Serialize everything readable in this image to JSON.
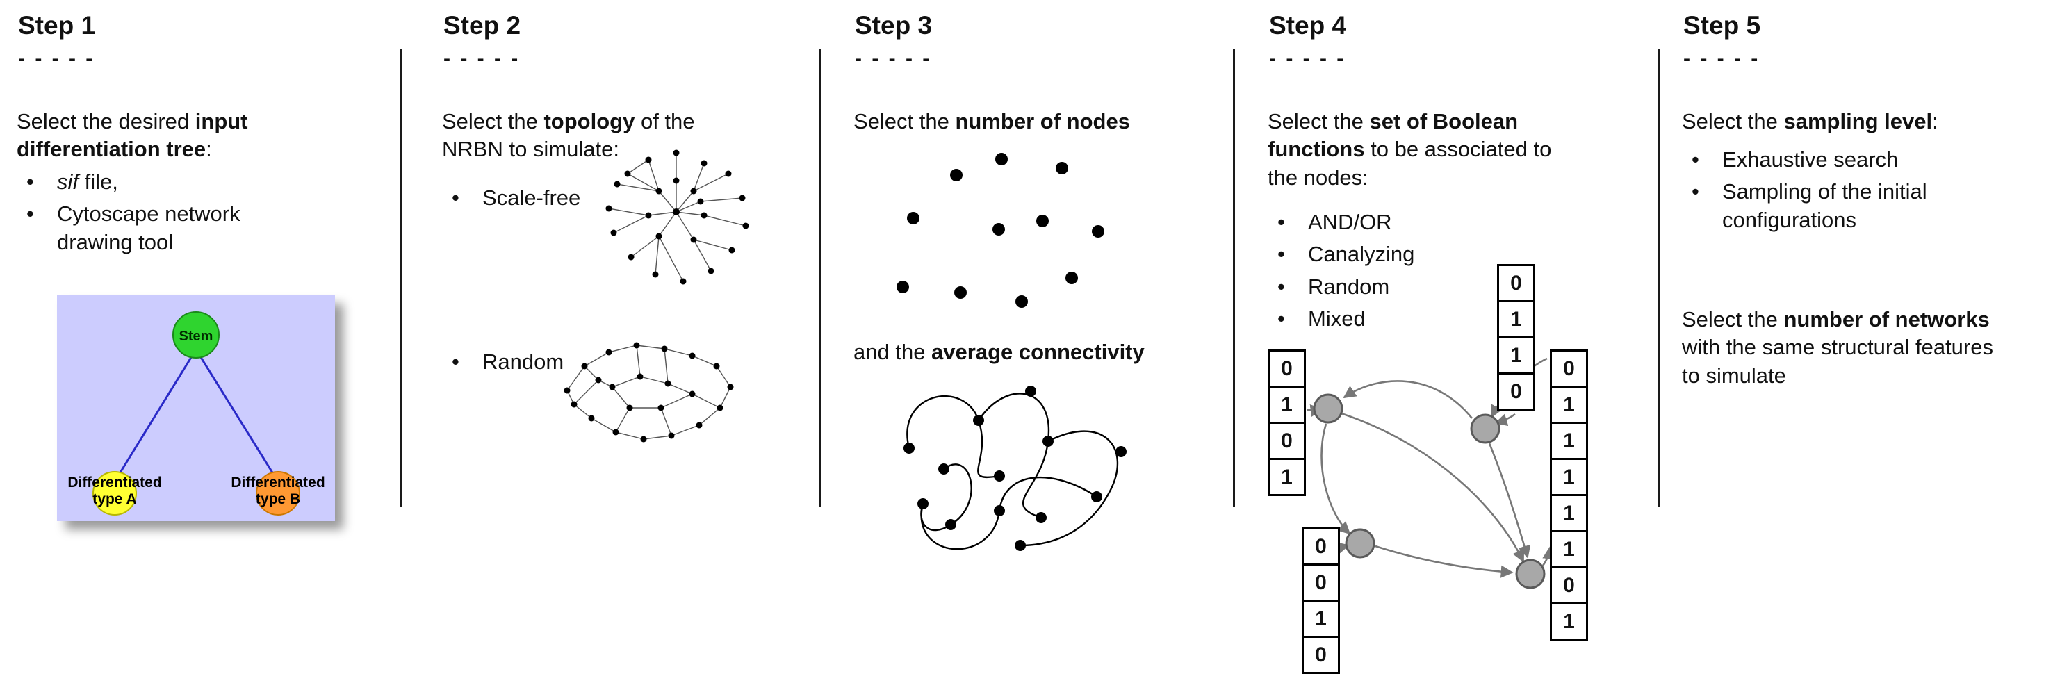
{
  "page": {
    "background": "#ffffff"
  },
  "steps": [
    {
      "title": "Step 1",
      "dashes": "- - - - -",
      "intro": {
        "pre": "Select the desired ",
        "bold": "input differentiation tree",
        "post": ":"
      },
      "bullets": [
        {
          "italic": "sif",
          "rest": " file,"
        },
        {
          "text": "Cytoscape network drawing tool"
        }
      ],
      "tree": {
        "stem_label": "Stem",
        "type_a_label": "Differentiated type A",
        "type_b_label": "Differentiated type B",
        "background": "#ccccfe",
        "stem_color": "#2fd42f",
        "type_a_color": "#ffff33",
        "type_b_color": "#ff9933",
        "edge_color": "#2a2ac8"
      }
    },
    {
      "title": "Step 2",
      "dashes": "- - - - -",
      "intro": {
        "pre": "Select the ",
        "bold": "topology",
        "post": " of the NRBN to simulate:"
      },
      "bullets": [
        {
          "text": "Scale-free"
        },
        {
          "text": "Random"
        }
      ]
    },
    {
      "title": "Step 3",
      "dashes": "- - - - -",
      "intro": {
        "pre": "Select the ",
        "bold": "number of nodes",
        "post": ""
      },
      "second": {
        "pre": "and the ",
        "bold": "average connectivity",
        "post": ""
      }
    },
    {
      "title": "Step 4",
      "dashes": "- - - - -",
      "intro": {
        "pre": "Select the ",
        "bold": "set of Boolean functions",
        "post": " to be associated to the nodes:"
      },
      "bullets": [
        {
          "text": "AND/OR"
        },
        {
          "text": "Canalyzing"
        },
        {
          "text": "Random"
        },
        {
          "text": "Mixed"
        }
      ],
      "truth_tables": {
        "left": [
          "0",
          "1",
          "0",
          "1"
        ],
        "top": [
          "0",
          "1",
          "1",
          "0"
        ],
        "bottom_left": [
          "0",
          "0",
          "1",
          "0"
        ],
        "right": [
          "0",
          "1",
          "1",
          "1",
          "1",
          "1",
          "0",
          "1"
        ]
      }
    },
    {
      "title": "Step 5",
      "dashes": "- - - - -",
      "intro": {
        "pre": "Select the ",
        "bold": "sampling level",
        "post": ":"
      },
      "bullets": [
        {
          "text": "Exhaustive search"
        },
        {
          "text": "Sampling of the initial configurations"
        }
      ],
      "second": {
        "pre": "Select the ",
        "bold": "number of networks",
        "post": " with the same structural features to simulate"
      }
    }
  ]
}
